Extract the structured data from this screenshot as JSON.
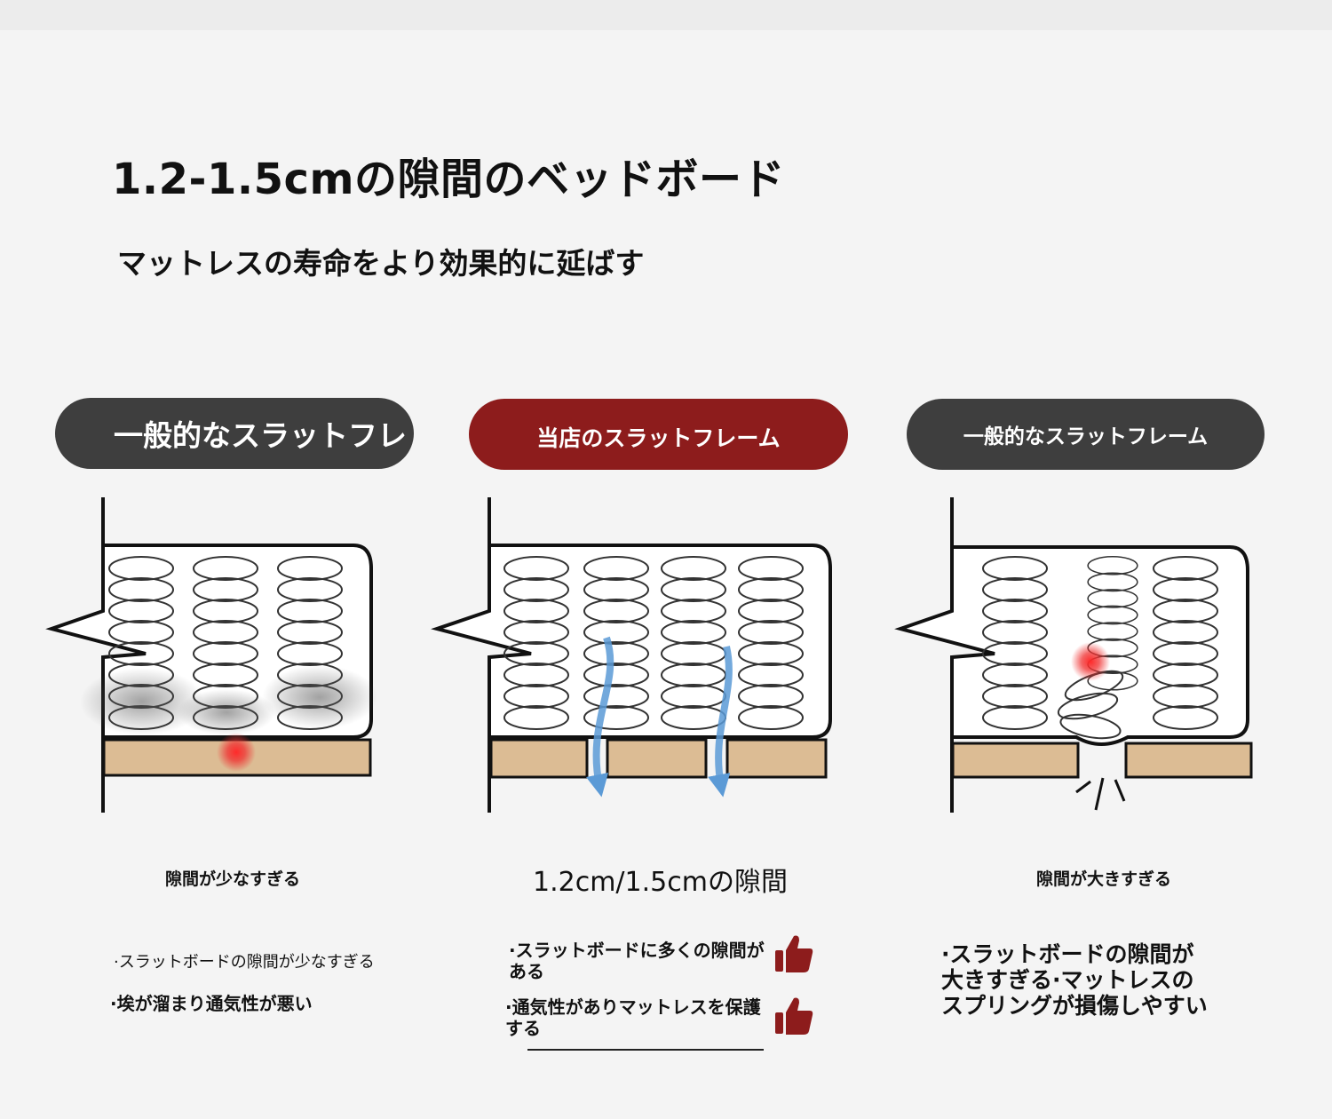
{
  "heading": {
    "title": "1.2-1.5cmの隙間のベッドボード",
    "subtitle": "マットレスの寿命をより効果的に延ばす"
  },
  "panels": {
    "left": {
      "badge": "一般的なスラットフレ",
      "label": "隙間が少なすぎる",
      "note1": "·スラットボードの隙間が少なすぎる",
      "note2": "·埃が溜まり通気性が悪い"
    },
    "center": {
      "badge": "当店のスラットフレーム",
      "label": "1.2cm/1.5cmの隙間",
      "note1": "·スラットボードに多くの隙間がある",
      "note2": "·通気性がありマットレスを保護する"
    },
    "right": {
      "badge": "一般的なスラットフレーム",
      "label": "隙間が大きすぎる",
      "note": "·スラットボードの隙間が大きすぎる·マットレスのスプリングが損傷しやすい"
    }
  },
  "icons": {
    "thumb1": "thumbs-up-icon",
    "thumb2": "thumbs-up-icon"
  },
  "colors": {
    "badge_dark": "#3e3e3e",
    "badge_accent": "#8d1c1c",
    "slat_wood": "#dcbc94",
    "airflow_arrow": "#5b9ad6",
    "pressure_dot": "#e82020"
  }
}
